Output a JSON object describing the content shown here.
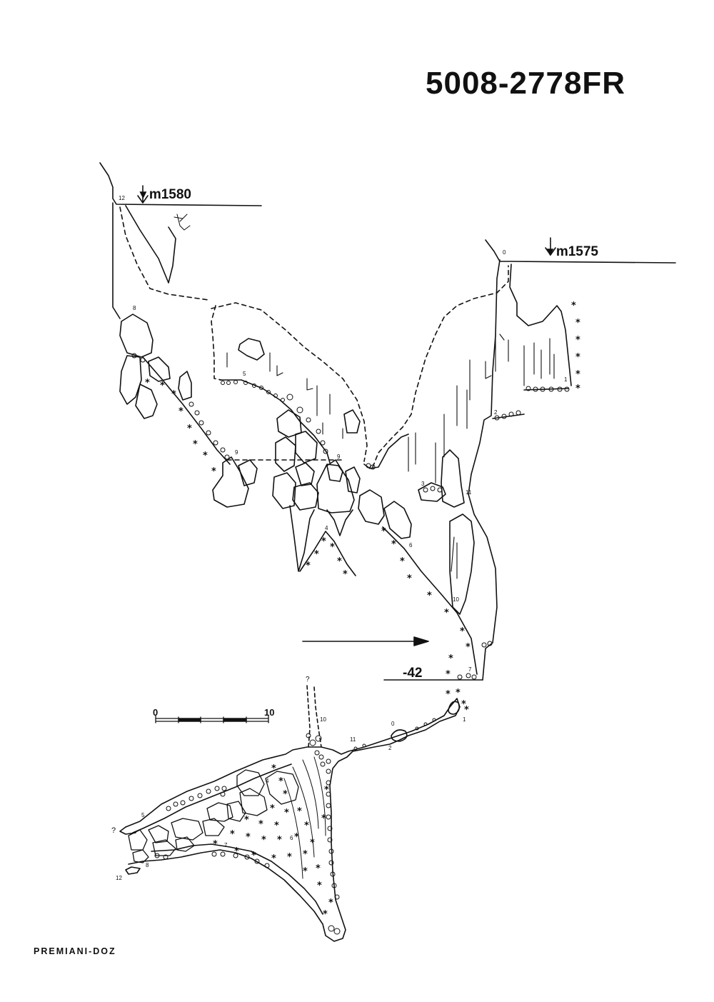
{
  "title": "5008-2778FR",
  "authors": "PREMIANI-DOZ",
  "elevations": {
    "left_entrance": "m1580",
    "right_entrance": "m1575"
  },
  "depth_label": "-42",
  "scale": {
    "start": "0",
    "end": "10"
  },
  "section_stations": {
    "s0": "0",
    "s1": "1",
    "s2": "2",
    "s3": "3",
    "s4": "4",
    "s5": "5",
    "s6": "6",
    "s7": "7",
    "s8": "8",
    "s9a": "9",
    "s9b": "9",
    "s10": "10",
    "s11": "11",
    "s12": "12"
  },
  "plan_stations": {
    "s0": "0",
    "s1": "1",
    "s2": "2",
    "s4": "4",
    "s5": "5",
    "s6": "6",
    "s7": "7",
    "s8": "8",
    "s10": "10",
    "s11": "11",
    "s12": "12",
    "q1": "?",
    "q2": "?"
  },
  "colors": {
    "ink": "#111111",
    "paper": "#ffffff"
  }
}
